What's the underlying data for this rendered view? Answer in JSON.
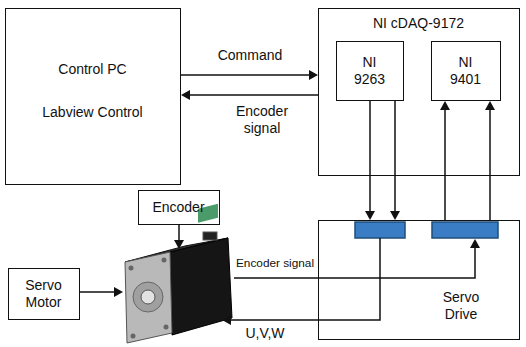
{
  "diagram": {
    "nodes": [
      {
        "text": [
          "Control PC",
          "Labview Control"
        ]
      },
      {
        "text": [
          "NI cDAQ-9172"
        ]
      },
      {
        "text": [
          "NI 9263"
        ],
        "in": 1
      },
      {
        "text": [
          "NI 9401"
        ],
        "in": 1
      },
      {
        "text": [
          "Encoder"
        ]
      },
      {
        "text": [
          "Servo Motor"
        ]
      },
      {
        "text": [
          "Servo Drive"
        ]
      }
    ],
    "edges": [
      {
        "from": 0,
        "to": 1,
        "label": "Command",
        "arrow": "to"
      },
      {
        "from": 1,
        "to": 0,
        "label": "Encoder signal",
        "arrow": "to"
      },
      {
        "from": 2,
        "to": 6,
        "arrow": "to"
      },
      {
        "from": 2,
        "to": 6,
        "arrow": "to"
      },
      {
        "from": 6,
        "to": 3,
        "arrow": "to"
      },
      {
        "from": 6,
        "to": 3,
        "arrow": "to"
      }
    ],
    "labels": [
      "Encoder signal",
      "U,V,W"
    ]
  }
}
